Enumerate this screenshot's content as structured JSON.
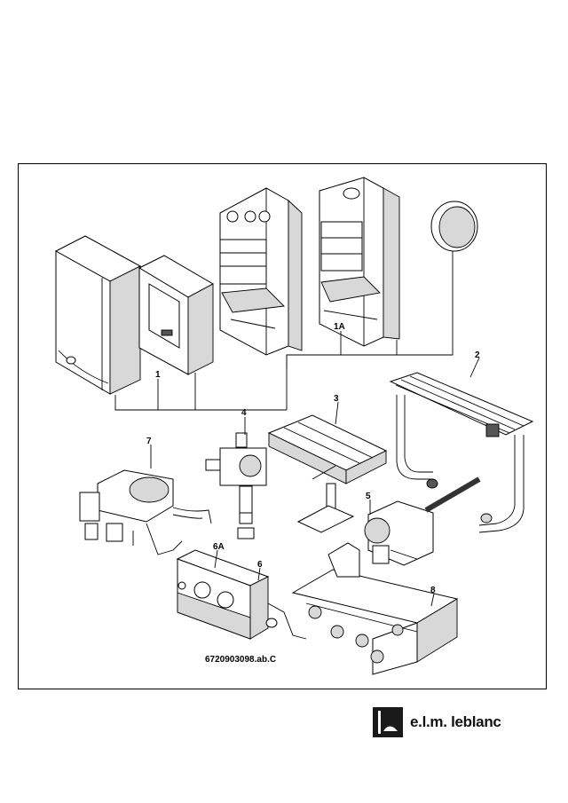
{
  "callouts": {
    "c1": "1",
    "c1A": "1A",
    "c2": "2",
    "c3": "3",
    "c4": "4",
    "c5": "5",
    "c6": "6",
    "c6A": "6A",
    "c7": "7",
    "c8": "8"
  },
  "document_reference": "6720903098.ab.C",
  "brand": {
    "name": "e.l.m. leblanc",
    "logo_icon": "elm-leblanc-logo-icon"
  },
  "colors": {
    "line": "#000000",
    "shade": "#d8d8d8",
    "logo": "#1a1a1a"
  }
}
